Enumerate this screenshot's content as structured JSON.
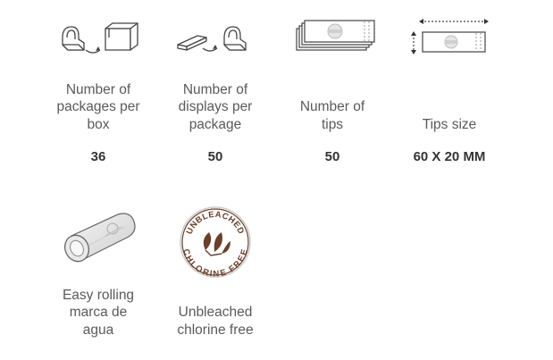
{
  "features": [
    {
      "id": "packages-per-box",
      "label_lines": [
        "Number of",
        "packages per",
        "box"
      ],
      "value": "36",
      "icon": "box-icon"
    },
    {
      "id": "displays-per-package",
      "label_lines": [
        "Number of",
        "displays per",
        "package"
      ],
      "value": "50",
      "icon": "display-package-icon"
    },
    {
      "id": "number-of-tips",
      "label_lines": [
        "Number of",
        "tips"
      ],
      "value": "50",
      "icon": "tips-stack-icon"
    },
    {
      "id": "tips-size",
      "label_lines": [
        "Tips size"
      ],
      "value": "60 X 20 MM",
      "icon": "tip-size-icon"
    },
    {
      "id": "easy-rolling",
      "label_lines": [
        "Easy rolling",
        "marca de",
        "agua"
      ],
      "icon": "rolled-paper-icon"
    },
    {
      "id": "unbleached",
      "label_lines": [
        "Unbleached",
        "chlorine free"
      ],
      "icon": "unbleached-badge-icon"
    }
  ],
  "badge": {
    "top_text": "UNBLEACHED",
    "bottom_text": "CHLORINE FREE",
    "color": "#6b3f2a"
  },
  "colors": {
    "label": "#5a5a5a",
    "value": "#333333",
    "icon_stroke": "#444444"
  }
}
